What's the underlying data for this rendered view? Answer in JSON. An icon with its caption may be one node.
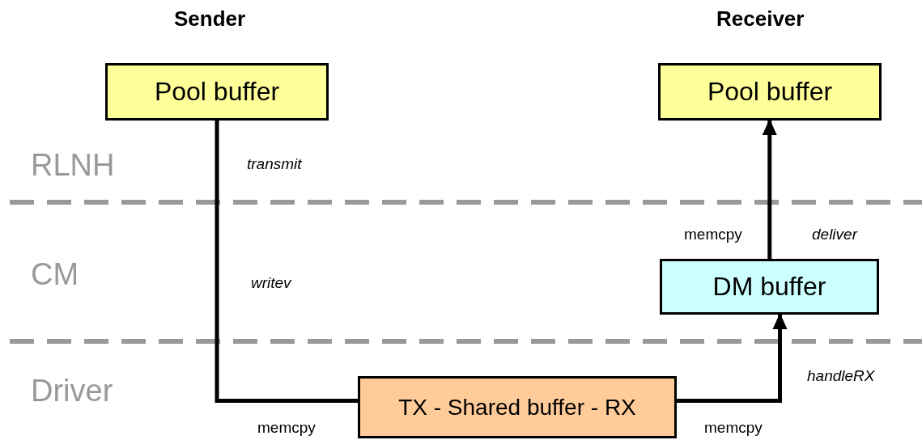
{
  "diagram": {
    "nodes": [
      {
        "text": [
          "Pool buffer"
        ]
      },
      {
        "text": [
          "Pool buffer"
        ]
      },
      {
        "text": [
          "DM buffer"
        ]
      },
      {
        "text": [
          "TX - Shared buffer - RX"
        ]
      }
    ],
    "edges": [
      {
        "from": 0,
        "to": 3,
        "arrow": "none"
      },
      {
        "from": 3,
        "to": 2,
        "arrow": "to"
      },
      {
        "from": 2,
        "to": 1,
        "arrow": "to"
      }
    ],
    "labels": [
      "Sender",
      "Receiver",
      "RLNH",
      "transmit",
      "memcpy",
      "deliver",
      "CM",
      "writev",
      "handleRX",
      "Driver",
      "memcpy",
      "memcpy"
    ]
  }
}
